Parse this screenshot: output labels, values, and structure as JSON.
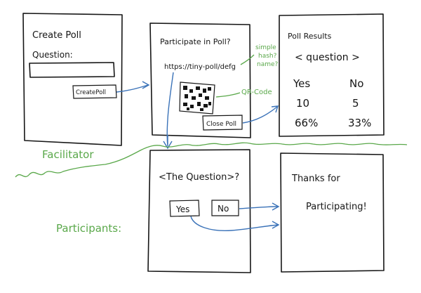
{
  "colors": {
    "ink": "#161616",
    "arrow_blue": "#3a72b8",
    "annotation_green": "#5aa84a",
    "background": "#ffffff"
  },
  "create_poll": {
    "title": "Create Poll",
    "question_label": "Question:",
    "button_label": "CreatePoll"
  },
  "participate": {
    "title": "Participate in Poll?",
    "url": "https://tiny-poll/defg",
    "button_label": "Close Poll",
    "qr_icon": "qr-code-icon"
  },
  "results": {
    "title": "Poll Results",
    "question_placeholder": "< question >",
    "yes_label": "Yes",
    "no_label": "No",
    "yes_count": "10",
    "no_count": "5",
    "yes_percent": "66%",
    "no_percent": "33%"
  },
  "vote": {
    "title": "<The Question>?",
    "yes_button": "Yes",
    "no_button": "No"
  },
  "thanks": {
    "line1": "Thanks for",
    "line2": "Participating!"
  },
  "annotations": {
    "hash_line1": "simple",
    "hash_line2": "hash?",
    "hash_line3": "name?",
    "qr_label": "QR-Code",
    "facilitator": "Facilitator",
    "participants": "Participants:"
  }
}
